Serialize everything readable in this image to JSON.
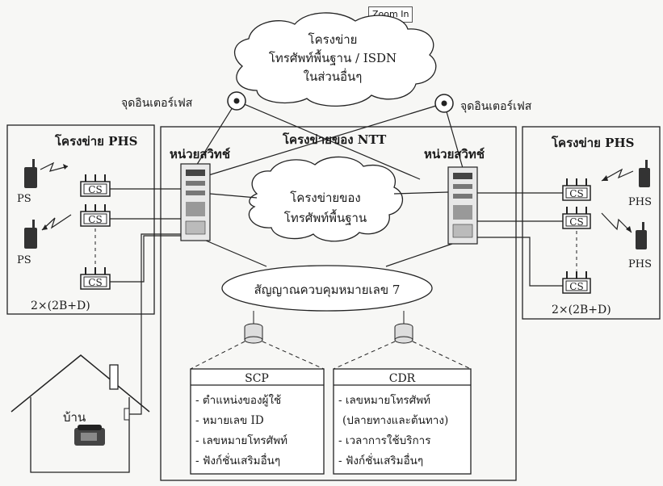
{
  "zoom_button": "Zoom In",
  "cloud_top": {
    "line1": "โครงข่าย",
    "line2": "โทรศัพท์พื้นฐาน / ISDN",
    "line3": "ในส่วนอื่นๆ"
  },
  "interface_label_left": "จุดอินเตอร์เฟส",
  "interface_label_right": "จุดอินเตอร์เฟส",
  "ntt_network_label": "โครงข่ายของ NTT",
  "switch_label_left": "หน่วยสวิทช์",
  "switch_label_right": "หน่วยสวิทช์",
  "cloud_center": {
    "line1": "โครงข่ายของ",
    "line2": "โทรศัพท์พื้นฐาน"
  },
  "signal_label": "สัญญาณควบคุมหมายเลข 7",
  "phs_left": {
    "title": "โครงข่าย PHS",
    "cs_label": "CS",
    "terminals": [
      "PS",
      "PS"
    ],
    "interface": "2×(2B+D)"
  },
  "phs_right": {
    "title": "โครงข่าย PHS",
    "cs_label": "CS",
    "terminals": [
      "PHS",
      "PHS"
    ],
    "interface": "2×(2B+D)"
  },
  "house_label": "บ้าน",
  "scp": {
    "title": "SCP",
    "items": [
      "- ตำแหน่งของผู้ใช้",
      "- หมายเลข ID",
      "- เลขหมายโทรศัพท์",
      "- ฟังก์ชั่นเสริมอื่นๆ"
    ]
  },
  "cdr": {
    "title": "CDR",
    "items": [
      "- เลขหมายโทรศัพท์",
      "(ปลายทางและต้นทาง)",
      "- เวลาการใช้บริการ",
      "- ฟังก์ชั่นเสริมอื่นๆ"
    ]
  }
}
